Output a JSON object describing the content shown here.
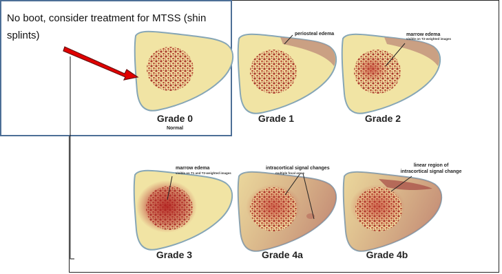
{
  "callout": {
    "text": "No boot, consider treatment for MTSS (shin splints)"
  },
  "colors": {
    "bone_fill": "#f1e4a4",
    "bone_outline": "#86a6b6",
    "marrow": "#a83a2c",
    "edema": "#b86060",
    "arrow": "#e00000",
    "callout_border": "#4c6e96"
  },
  "grades": [
    {
      "label": "Grade 0",
      "sublabel": "Normal"
    },
    {
      "label": "Grade 1",
      "annotation": "periosteal edema"
    },
    {
      "label": "Grade 2",
      "annotation": "marrow edema",
      "annotation_sub": "visible on T2-weighted images"
    },
    {
      "label": "Grade 3",
      "annotation": "marrow edema",
      "annotation_sub": "visible on T1 and T2-weighted images"
    },
    {
      "label": "Grade 4a",
      "annotation": "intracortical signal changes",
      "annotation_sub": "multiple focal areas"
    },
    {
      "label": "Grade 4b",
      "annotation": "linear region of",
      "annotation_line2": "intracortical signal change"
    }
  ]
}
